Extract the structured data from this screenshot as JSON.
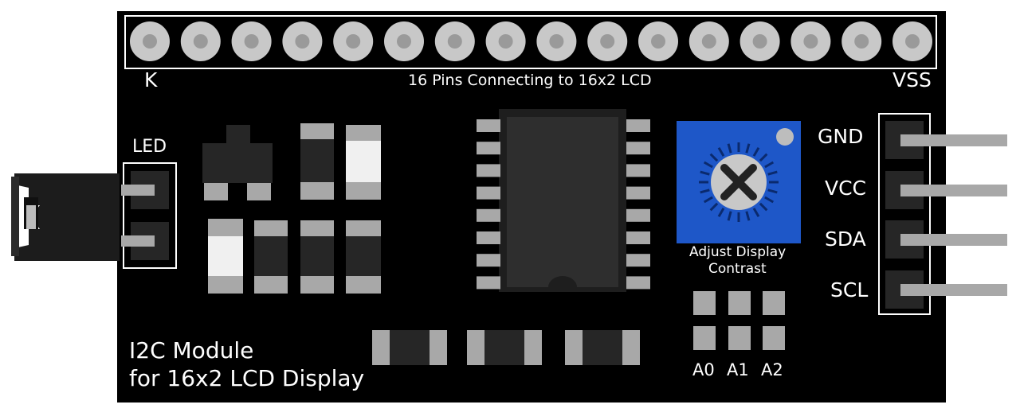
{
  "pin_header": {
    "pin_count": 16,
    "caption": "16 Pins Connecting to 16x2 LCD",
    "left_label": "K",
    "right_label": "VSS"
  },
  "led_jumper": {
    "label": "LED"
  },
  "potentiometer": {
    "caption_line1": "Adjust Display",
    "caption_line2": "Contrast"
  },
  "i2c_pins": [
    "GND",
    "VCC",
    "SDA",
    "SCL"
  ],
  "address_pads": [
    "A0",
    "A1",
    "A2"
  ],
  "module_title": {
    "line1": "I2C Module",
    "line2": "for 16x2 LCD Display"
  },
  "colors": {
    "board": "#000000",
    "outline": "#ffffff",
    "pin": "#c8c8c8",
    "pin_hole": "#9a9a9a",
    "component_body": "#262626",
    "component_pad": "#a8a8a8",
    "led_lit": "#f0f0f0",
    "pot_blue": "#1e57c8",
    "chip_body": "#2e2e2e"
  }
}
